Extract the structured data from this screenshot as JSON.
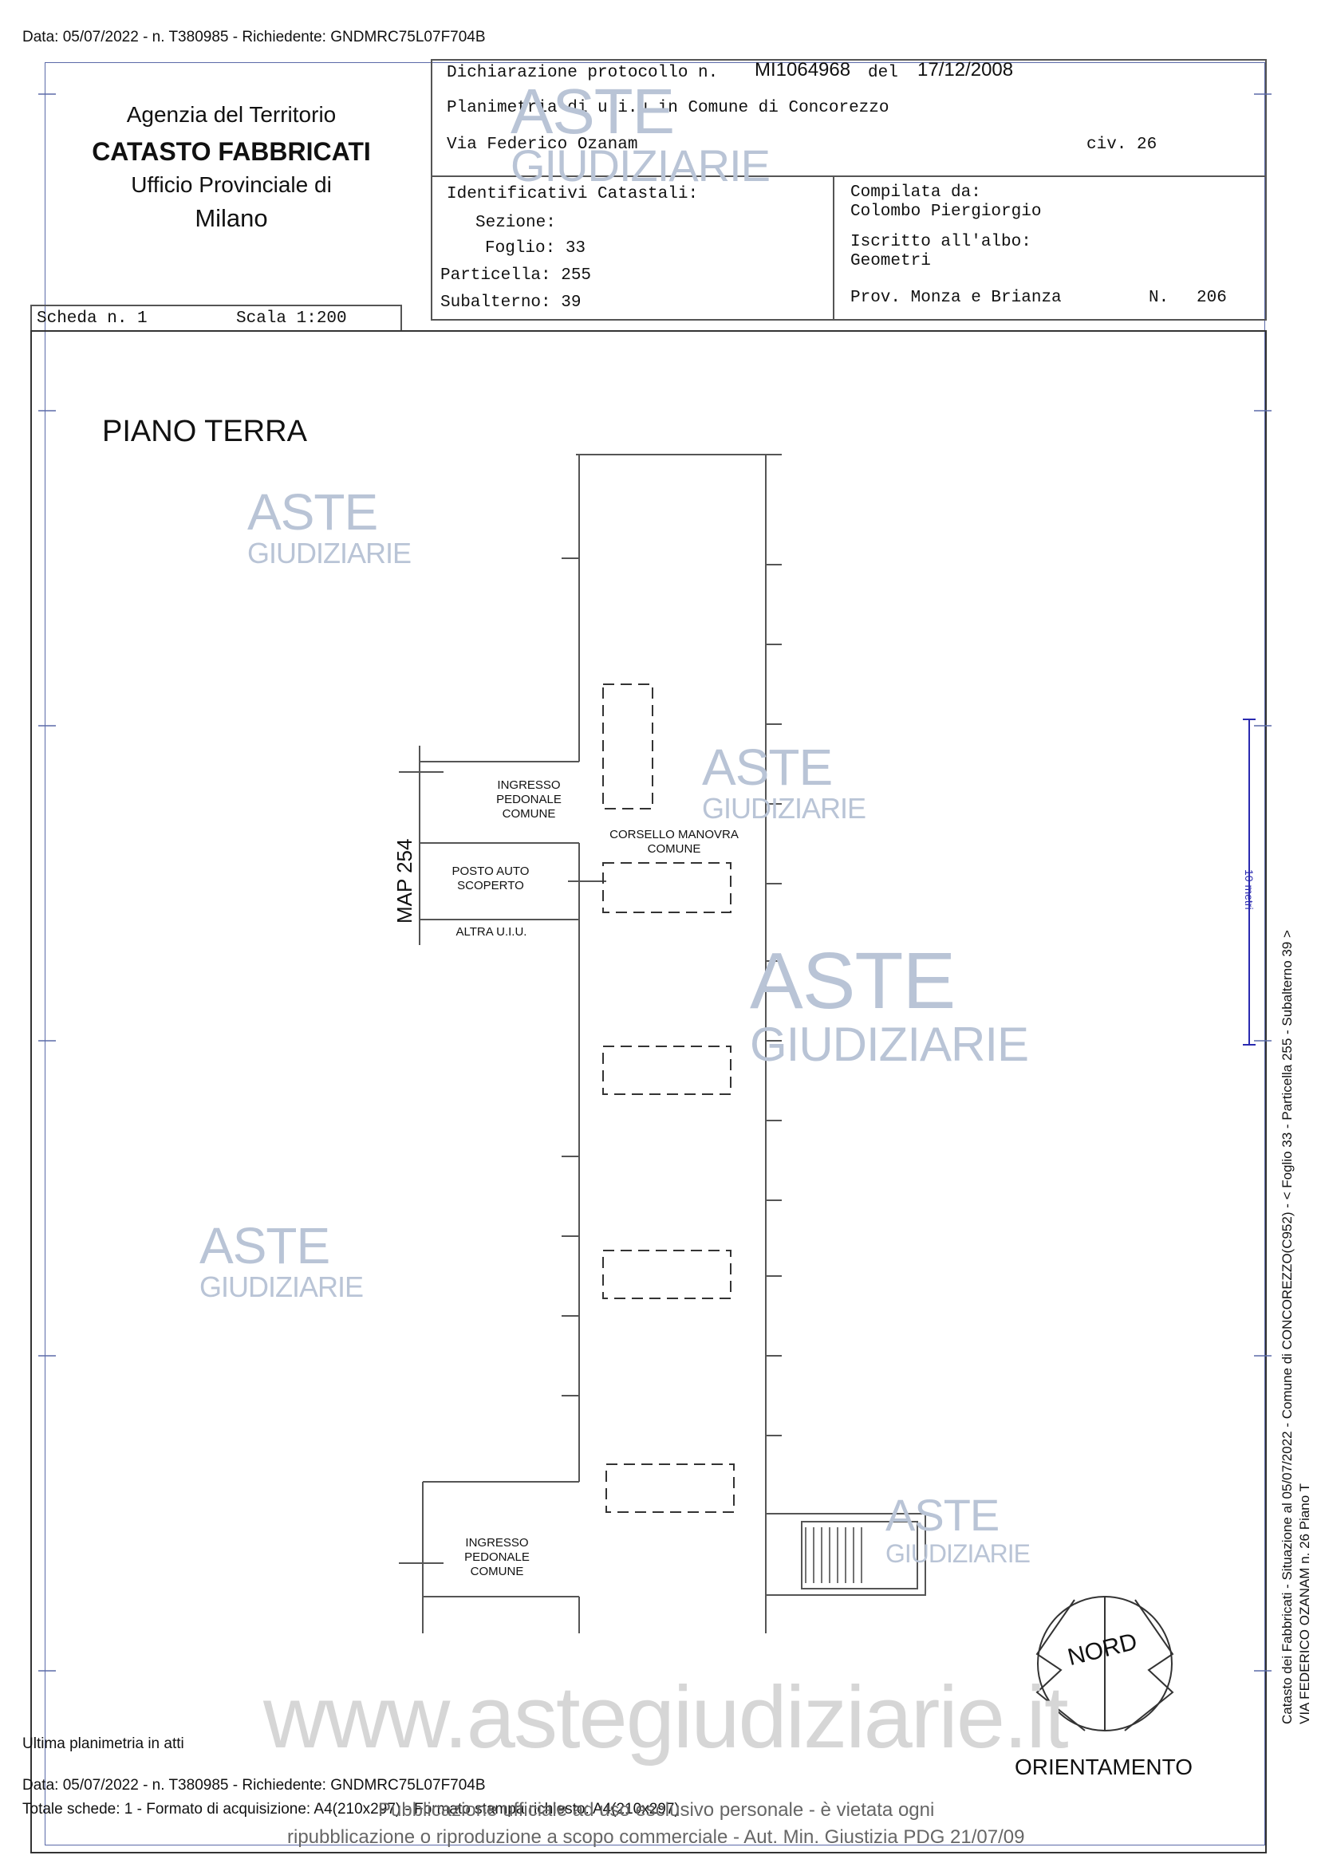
{
  "header_line": "Data: 05/07/2022 - n. T380985 - Richiedente: GNDMRC75L07F704B",
  "agency": {
    "line1": "Agenzia del Territorio",
    "line2": "CATASTO FABBRICATI",
    "line3": "Ufficio Provinciale di",
    "line4": "Milano"
  },
  "protocol": {
    "label": "Dichiarazione protocollo n.",
    "number": "MI1064968",
    "del": "del",
    "date": "17/12/2008",
    "planimetria": "Planimetria di u.i.u.in Comune di Concorezzo",
    "address": "Via Federico Ozanam",
    "civ": "civ. 26"
  },
  "identificativi": {
    "title": "Identificativi Catastali:",
    "sezione": "Sezione:",
    "foglio": "Foglio: 33",
    "particella": "Particella: 255",
    "subalterno": "Subalterno: 39"
  },
  "compilata": {
    "label": "Compilata da:",
    "name": "Colombo Piergiorgio",
    "iscritto": "Iscritto all'albo:",
    "albo": "Geometri",
    "prov": "Prov. Monza e Brianza",
    "n_label": "N.",
    "n_value": "206"
  },
  "scheda": {
    "label": "Scheda n. 1",
    "scala": "Scala 1:200"
  },
  "plan": {
    "floor_title": "PIANO TERRA",
    "map_label": "MAP 254",
    "ingresso_top": [
      "INGRESSO",
      "PEDONALE",
      "COMUNE"
    ],
    "corsello": [
      "CORSELLO MANOVRA",
      "COMUNE"
    ],
    "posto_auto": [
      "POSTO AUTO",
      "SCOPERTO"
    ],
    "altra": "ALTRA U.I.U.",
    "ingresso_bottom": [
      "INGRESSO",
      "PEDONALE",
      "COMUNE"
    ],
    "nord": "NORD",
    "orientamento": "ORIENTAMENTO",
    "scale_mark": "10 metri"
  },
  "watermark": {
    "title": "ASTE",
    "subtitle": "GIUDIZIARIE",
    "url": "www.astegiudiziarie.it"
  },
  "side_text": {
    "line1": "Catasto dei Fabbricati - Situazione al 05/07/2022 - Comune di CONCOREZZO(C952) - < Foglio 33 - Particella 255 - Subalterno 39 >",
    "line2": "VIA FEDERICO OZANAM n. 26 Piano T"
  },
  "footer": {
    "ultima": "Ultima planimetria in atti",
    "data": "Data: 05/07/2022 - n. T380985 - Richiedente: GNDMRC75L07F704B",
    "totale": "Totale schede: 1 - Formato di acquisizione: A4(210x297) - Formato stampa richiesto: A4(210x297)",
    "notice1": "Pubblicazione ufficiale ad uso esclusivo personale - è vietata ogni",
    "notice2": "ripubblicazione o riproduzione a scopo commerciale - Aut. Min. Giustizia PDG 21/07/09"
  }
}
